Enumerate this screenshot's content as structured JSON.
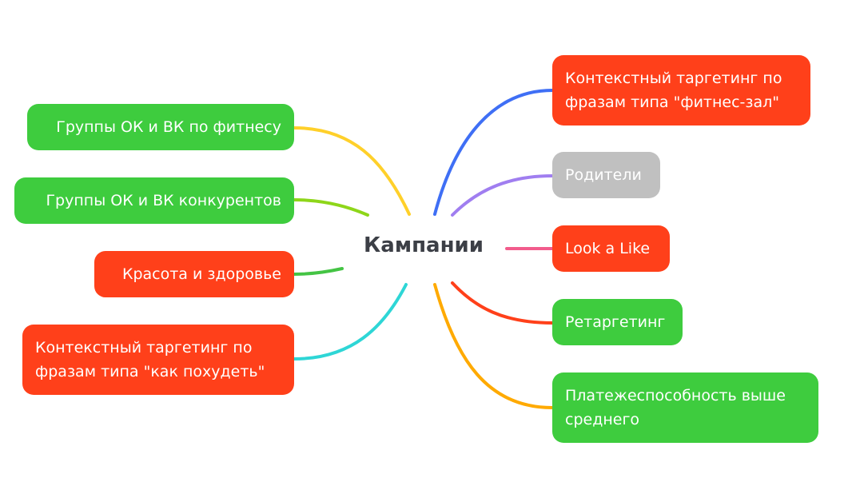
{
  "center": {
    "label": "Кампании"
  },
  "colors": {
    "green": "#3ecc3e",
    "red": "#ff401a",
    "gray": "#c0c0c0",
    "text": "#3c3f46"
  },
  "left_nodes": [
    {
      "label": "Группы ОК и ВК по фитнесу",
      "color": "#3ecc3e",
      "link_color": "#ffd02a"
    },
    {
      "label": "Группы ОК и ВК конкурентов",
      "color": "#3ecc3e",
      "link_color": "#8ed61a"
    },
    {
      "label": "Красота и здоровье",
      "color": "#ff401a",
      "link_color": "#44c444"
    },
    {
      "label_lines": [
        "Контекстный таргетинг по",
        "фразам типа \"как похудеть\""
      ],
      "color": "#ff401a",
      "link_color": "#2ed6d6"
    }
  ],
  "right_nodes": [
    {
      "label_lines": [
        "Контекстный таргетинг по",
        "фразам типа \"фитнес-зал\""
      ],
      "color": "#ff401a",
      "link_color": "#3f6ff5"
    },
    {
      "label": "Родители",
      "color": "#c0c0c0",
      "link_color": "#a07ef0"
    },
    {
      "label": "Look a Like",
      "color": "#ff401a",
      "link_color": "#f25c8c"
    },
    {
      "label": "Ретаргетинг",
      "color": "#3ecc3e",
      "link_color": "#ff401a"
    },
    {
      "label_lines": [
        "Платежеспособность выше",
        "среднего"
      ],
      "color": "#3ecc3e",
      "link_color": "#ffaa00"
    }
  ]
}
